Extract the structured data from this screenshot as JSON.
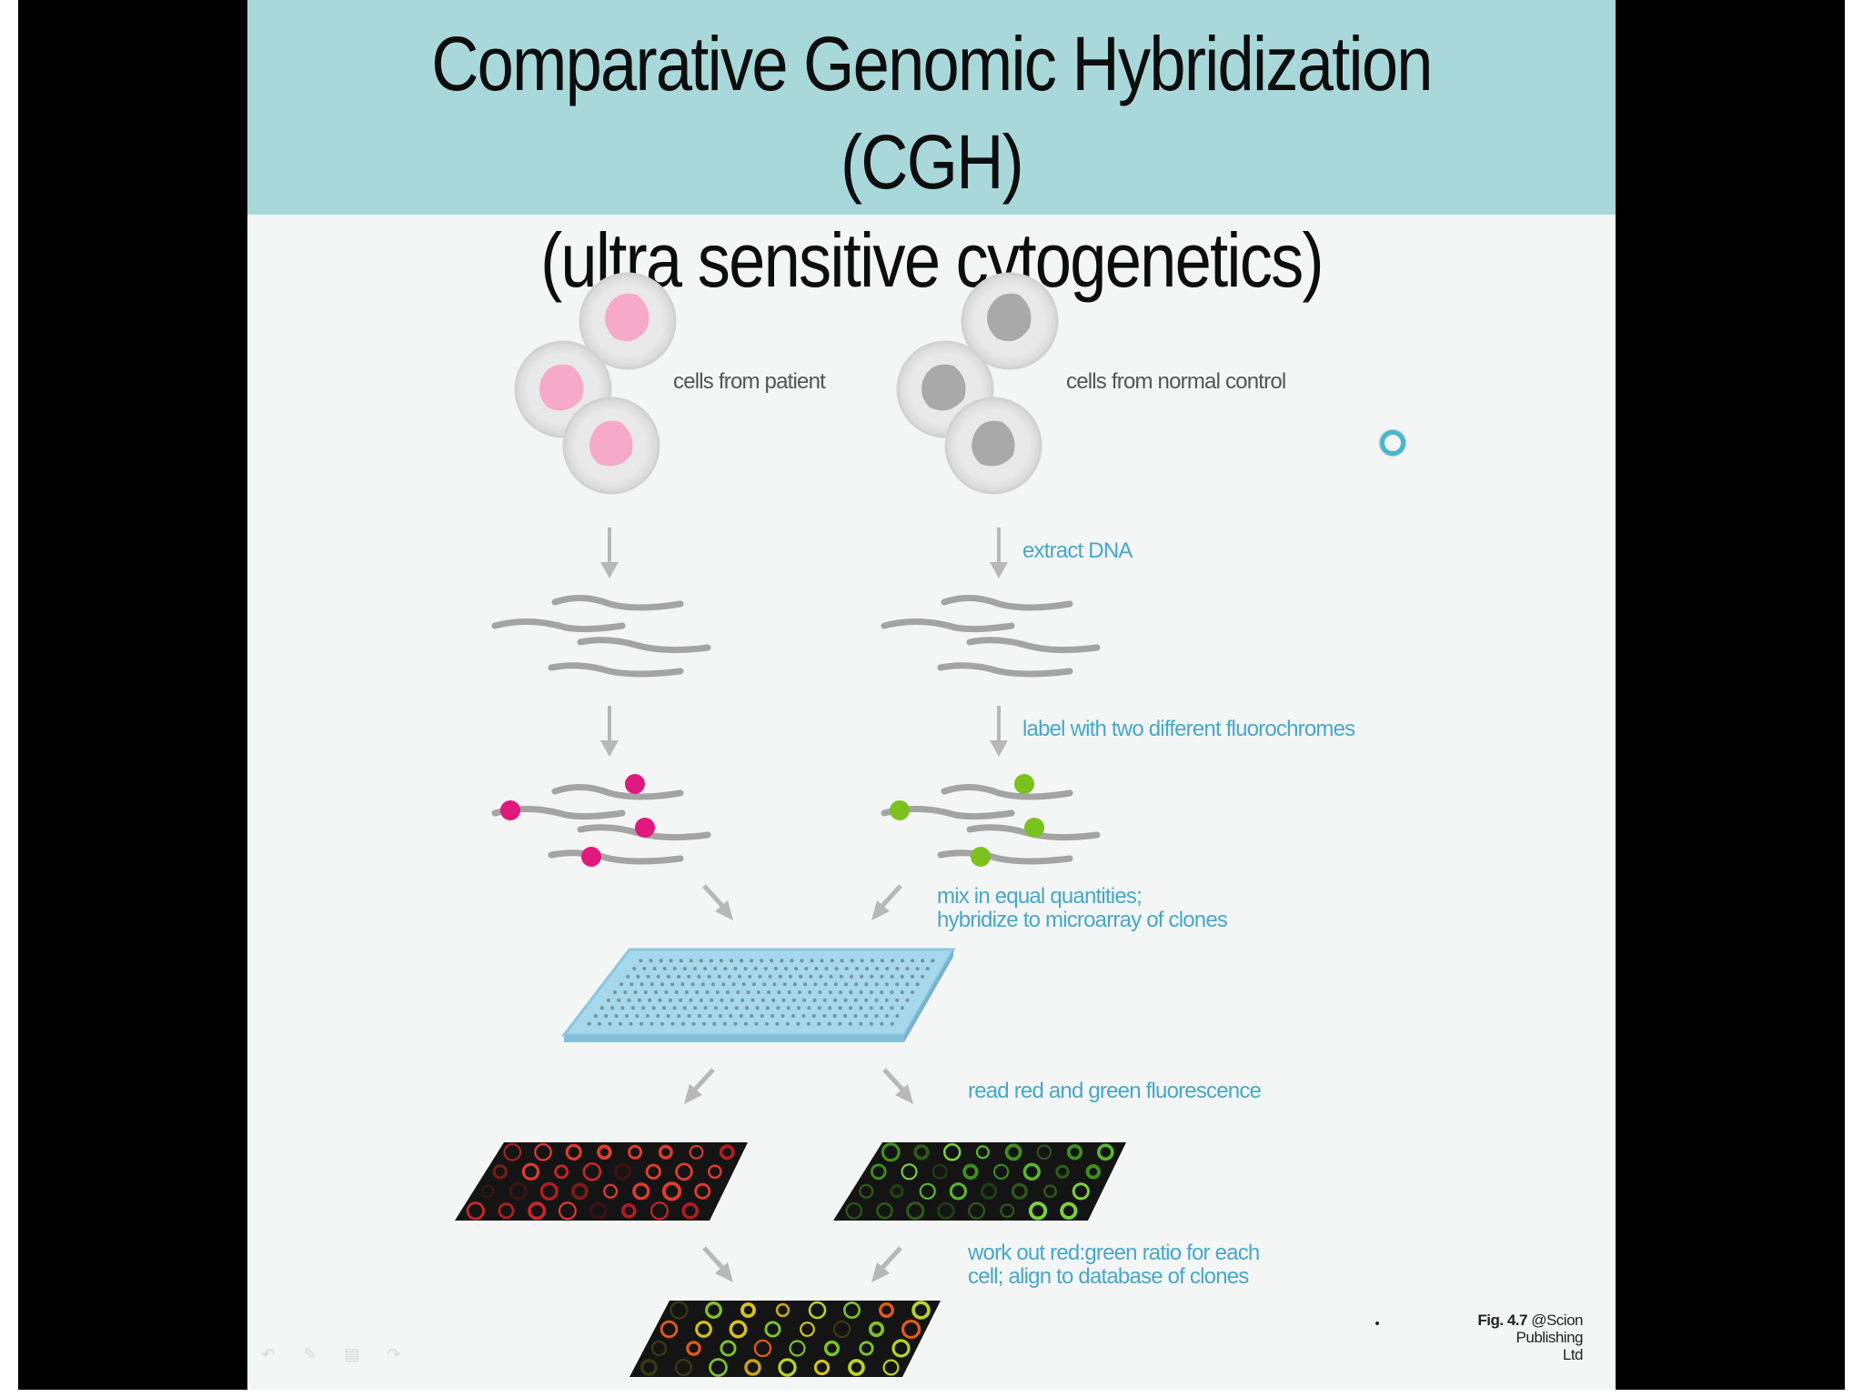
{
  "title": {
    "line1": "Comparative Genomic Hybridization (CGH)",
    "line2": "(ultra sensitive cytogenetics)"
  },
  "labels": {
    "patient_cells": "cells from patient",
    "control_cells": "cells from normal control",
    "extract": "extract DNA",
    "label_step": "label with two different fluorochromes",
    "mix_line1": "mix in equal quantities;",
    "mix_line2": "hybridize to microarray of clones",
    "read": "read red and green fluorescence",
    "ratio_line1": "work out red:green ratio for each",
    "ratio_line2": "cell; align to database of clones"
  },
  "credit": {
    "fig": "Fig. 4.7",
    "source_line1": "@Scion Publishing",
    "source_line2": "Ltd"
  },
  "controls": [
    "back-icon",
    "pen-icon",
    "menu-icon",
    "forward-icon"
  ],
  "colors": {
    "banner": "#a9d8da",
    "patient_label": "#e0197d",
    "control_label": "#7cc21f",
    "text_accent": "#46a8c9",
    "microarray": "#a6d8ec"
  }
}
